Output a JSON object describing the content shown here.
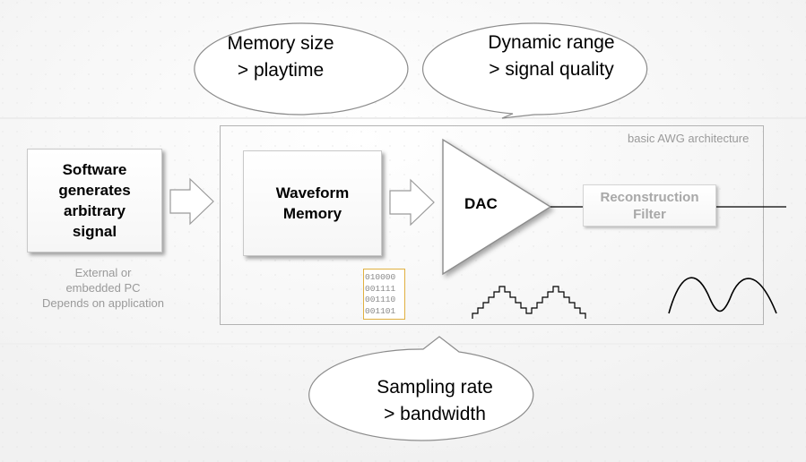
{
  "diagram": {
    "software_block": {
      "label": "Software\ngenerates\narbitrary\nsignal"
    },
    "pc_caption": "External or\nembedded PC\nDepends on application",
    "architecture_label": "basic AWG architecture",
    "memory_block": {
      "label": "Waveform\nMemory"
    },
    "dac_block": {
      "label": "DAC"
    },
    "filter_block": {
      "label": "Reconstruction\nFilter"
    },
    "binary_samples": [
      "010000",
      "001111",
      "001110",
      "001101"
    ],
    "callouts": {
      "memory": "Memory size\n> playtime",
      "dynamic_range": "Dynamic range\n> signal quality",
      "sampling": "Sampling rate\n> bandwidth"
    }
  }
}
